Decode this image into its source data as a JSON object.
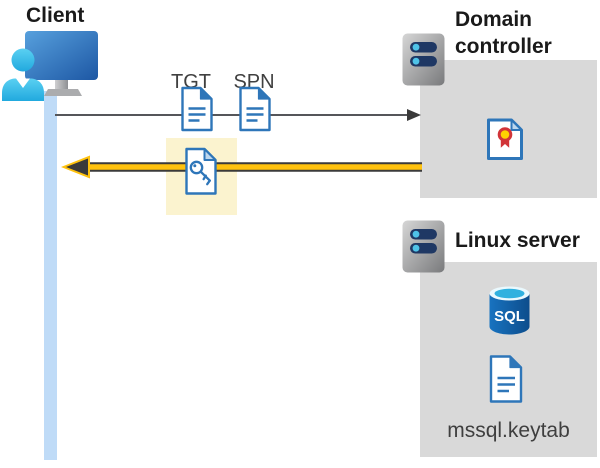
{
  "client": {
    "label": "Client",
    "icon": "user-workstation-icon",
    "lifeline_icon": "client-lifeline-bar"
  },
  "flows": {
    "request": {
      "direction": "client-to-domain-controller",
      "arrow_color": "#55565a",
      "items": [
        {
          "label": "TGT",
          "icon": "document-icon"
        },
        {
          "label": "SPN",
          "icon": "document-icon"
        }
      ]
    },
    "response": {
      "direction": "domain-controller-to-client",
      "arrow_color": "#ffc20e",
      "icon": "key-document-icon",
      "highlight_color": "#fbf3cf"
    }
  },
  "domain_controller": {
    "label": "Domain controller",
    "icons": [
      "server-icon",
      "certificate-icon"
    ]
  },
  "linux_server": {
    "label": "Linux server",
    "icons": [
      "server-icon",
      "sql-database-icon",
      "document-icon"
    ],
    "sql_text": "SQL",
    "keytab_label": "mssql.keytab"
  },
  "colors": {
    "box_gray": "#d9d9d9",
    "highlight_yellow": "#fbf3cf",
    "arrow_yellow": "#ffc20e",
    "arrow_dark": "#3a3a3a",
    "request_arrow_gray": "#55565a",
    "doc_blue": "#2e76b9",
    "fold_light_blue": "#bdd7ee",
    "server_navy": "#1f3864",
    "server_dot_cyan": "#4fc3e8",
    "person_cyan": "#41c6ec",
    "sql_blue": "#1263ad",
    "sql_top_cyan": "#30b1df",
    "cert_red": "#d13438",
    "cert_gold": "#ffd100",
    "lifeline_blue": "#bfdbf7"
  }
}
